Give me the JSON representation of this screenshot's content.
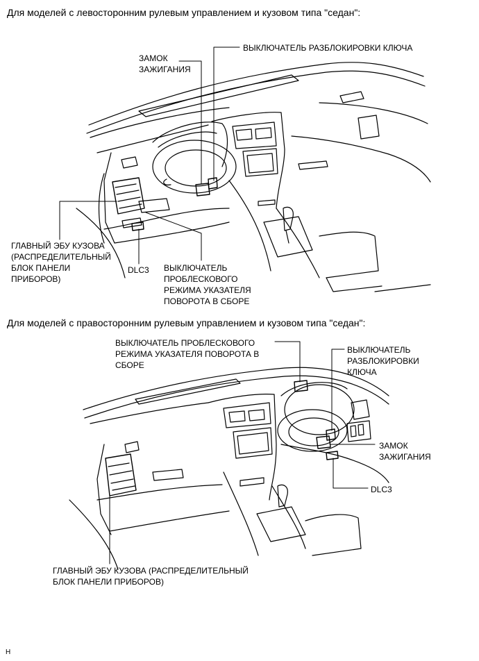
{
  "lhd": {
    "heading": "Для моделей с левосторонним рулевым управлением и кузовом типа \"седан\":",
    "labels": {
      "ignition_lock": "ЗАМОК\nЗАЖИГАНИЯ",
      "key_unlock_switch": "ВЫКЛЮЧАТЕЛЬ РАЗБЛОКИРОВКИ КЛЮЧА",
      "main_body_ecu": "ГЛАВНЫЙ ЭБУ КУЗОВА\n(РАСПРЕДЕЛИТЕЛЬНЫЙ\nБЛОК ПАНЕЛИ\nПРИБОРОВ)",
      "dlc3": "DLC3",
      "turn_signal_switch": "ВЫКЛЮЧАТЕЛЬ\nПРОБЛЕСКОВОГО\nРЕЖИМА УКАЗАТЕЛЯ\nПОВОРОТА В СБОРЕ"
    }
  },
  "rhd": {
    "heading": "Для моделей с правосторонним рулевым управлением и кузовом типа \"седан\":",
    "labels": {
      "turn_signal_switch": "ВЫКЛЮЧАТЕЛЬ ПРОБЛЕСКОВОГО\nРЕЖИМА УКАЗАТЕЛЯ ПОВОРОТА В\nСБОРЕ",
      "key_unlock_switch": "ВЫКЛЮЧАТЕЛЬ\nРАЗБЛОКИРОВКИ\nКЛЮЧА",
      "ignition_lock": "ЗАМОК\nЗАЖИГАНИЯ",
      "dlc3": "DLC3",
      "main_body_ecu": "ГЛАВНЫЙ ЭБУ КУЗОВА (РАСПРЕДЕЛИТЕЛЬНЫЙ\nБЛОК ПАНЕЛИ ПРИБОРОВ)"
    }
  },
  "footer_code": "H"
}
